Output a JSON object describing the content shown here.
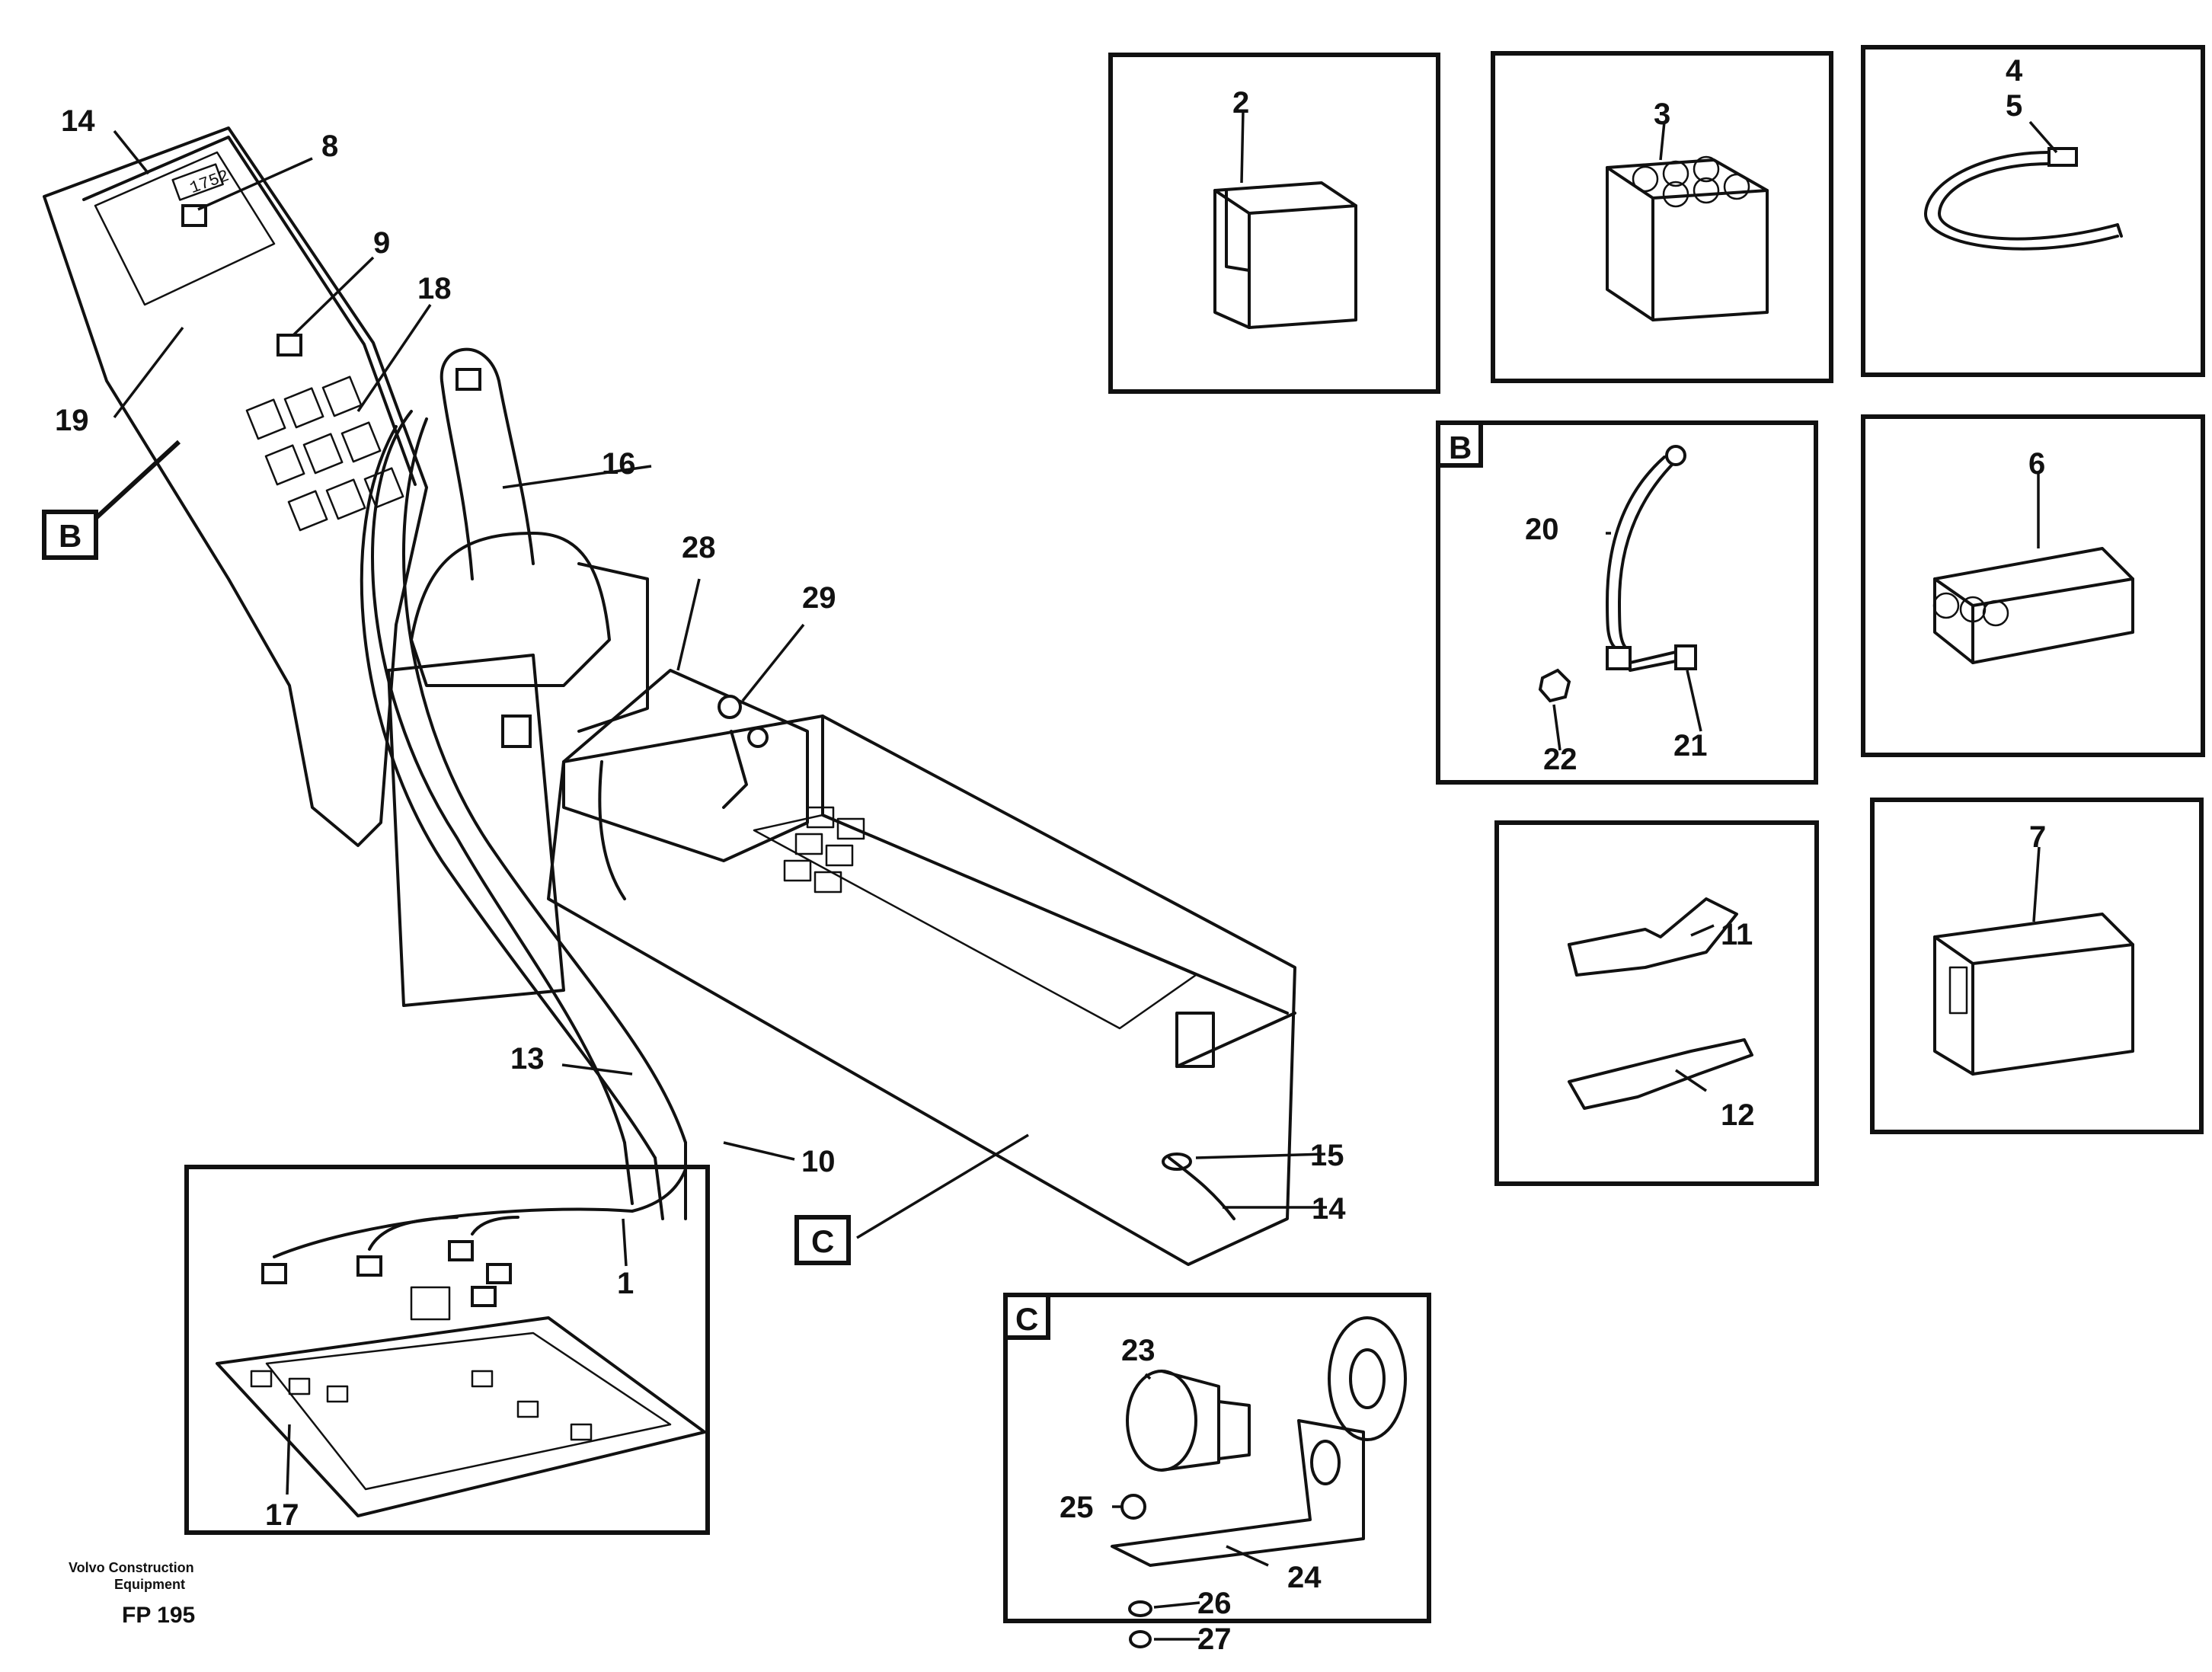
{
  "footer": {
    "brand_line1": "Volvo Construction",
    "brand_line2": "Equipment",
    "code": "FP 195"
  },
  "callouts": {
    "c1": "1",
    "c2": "2",
    "c3": "3",
    "c4": "4",
    "c5": "5",
    "c6": "6",
    "c7": "7",
    "c8": "8",
    "c9": "9",
    "c10": "10",
    "c11": "11",
    "c12": "12",
    "c13": "13",
    "c14a": "14",
    "c14b": "14",
    "c15": "15",
    "c16": "16",
    "c17": "17",
    "c18": "18",
    "c19": "19",
    "c20": "20",
    "c21": "21",
    "c22": "22",
    "c23": "23",
    "c24": "24",
    "c25": "25",
    "c26": "26",
    "c27": "27",
    "c28": "28",
    "c29": "29"
  },
  "detail_letters": {
    "b_main": "B",
    "c_main": "C",
    "b_panel": "B",
    "c_panel": "C"
  },
  "display_readout": "1752"
}
